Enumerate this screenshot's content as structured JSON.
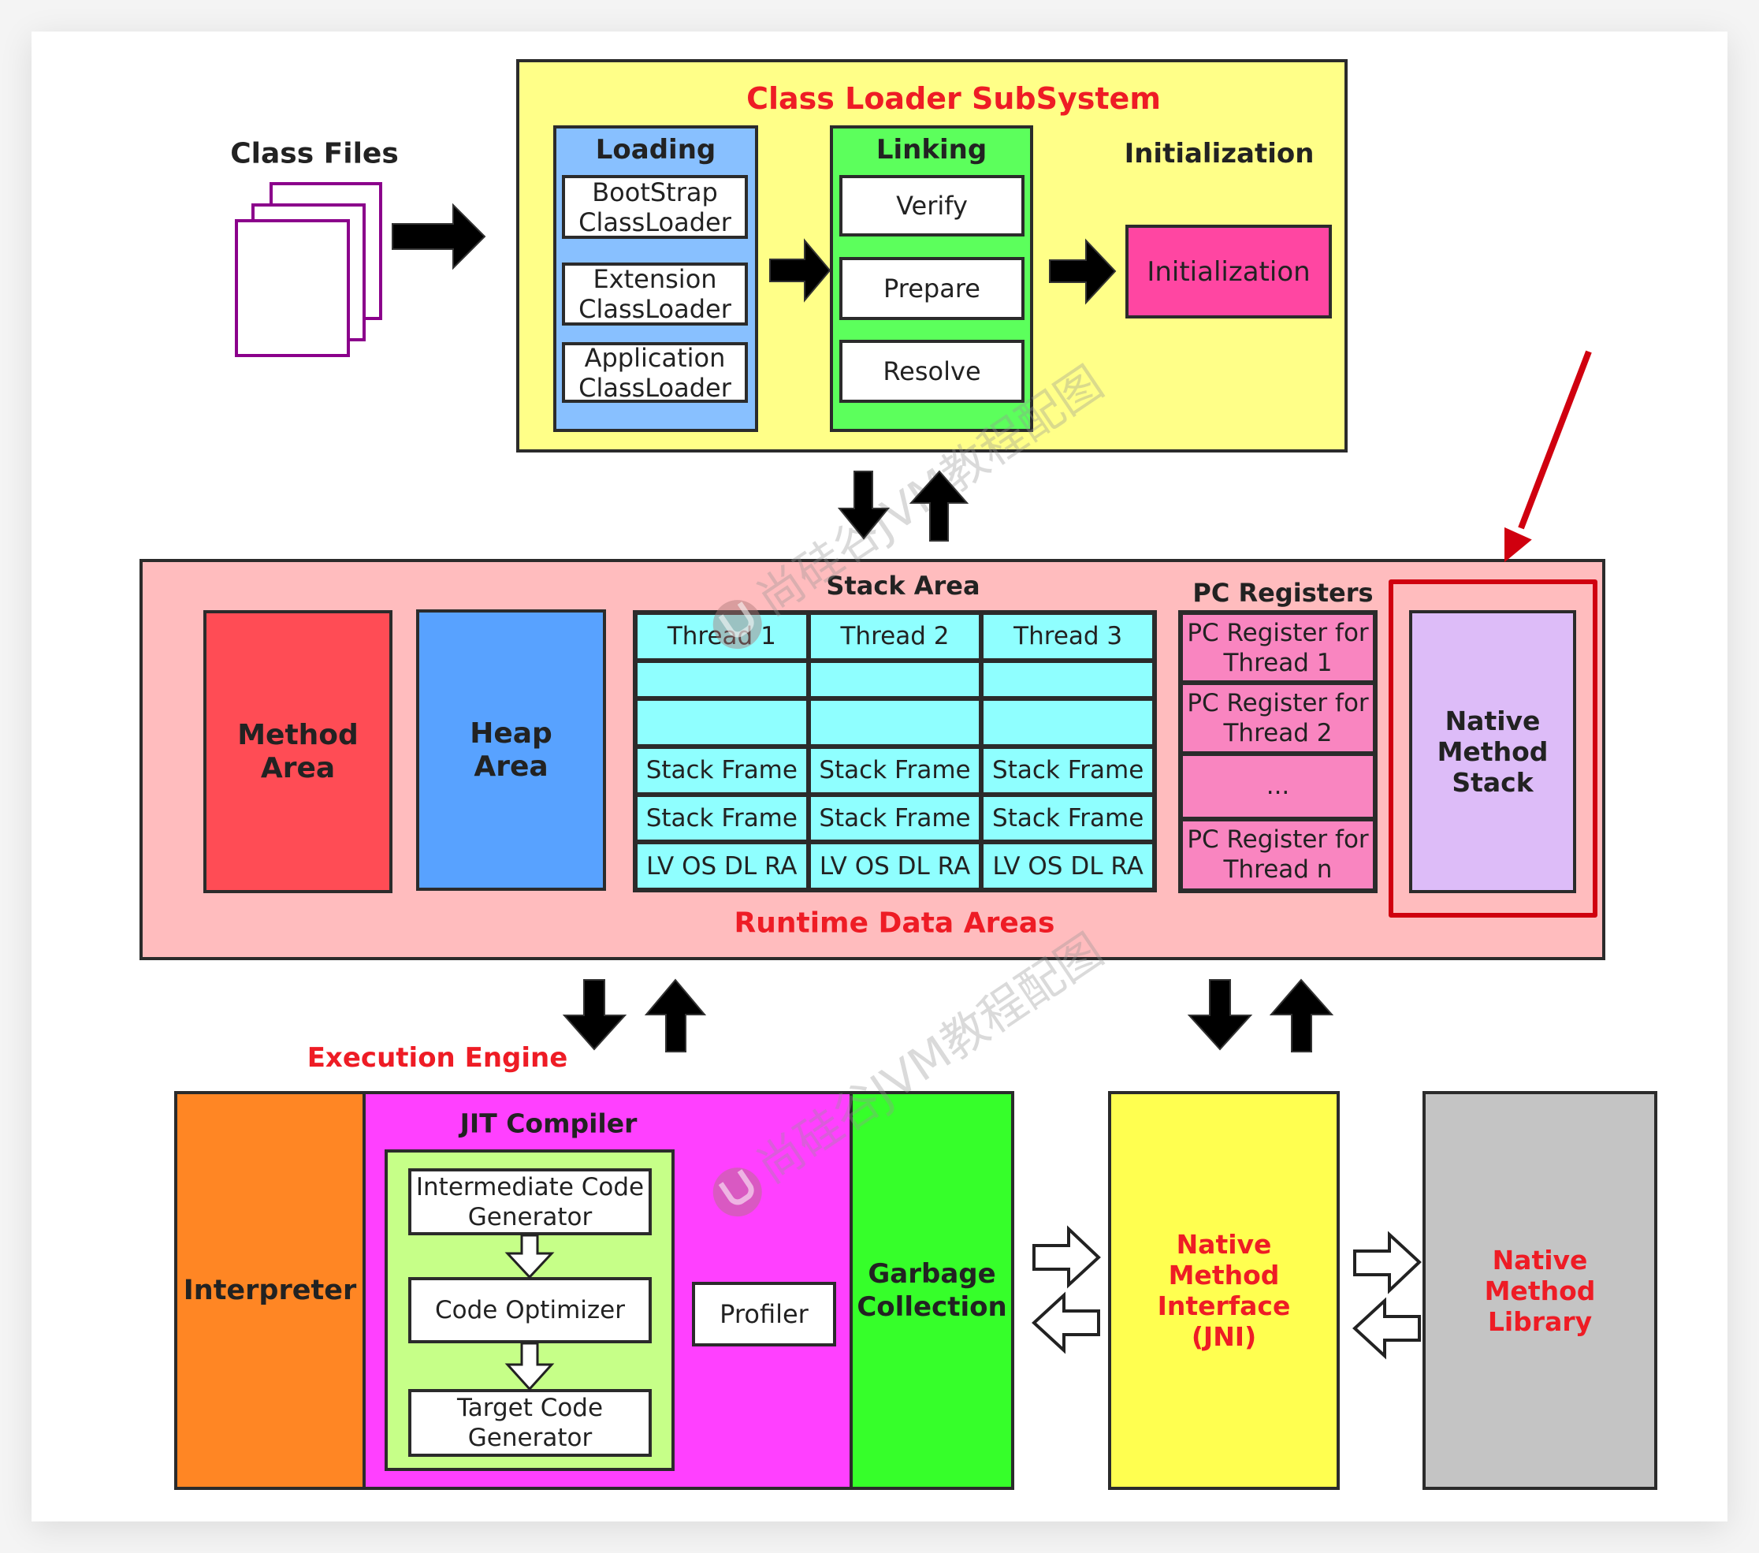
{
  "class_files": {
    "label": "Class Files"
  },
  "class_loader": {
    "title": "Class Loader SubSystem",
    "loading": {
      "label": "Loading",
      "items": [
        "BootStrap ClassLoader",
        "Extension ClassLoader",
        "Application ClassLoader"
      ]
    },
    "linking": {
      "label": "Linking",
      "items": [
        "Verify",
        "Prepare",
        "Resolve"
      ]
    },
    "initialization": {
      "heading": "Initialization",
      "box": "Initialization"
    }
  },
  "runtime": {
    "title": "Runtime Data Areas",
    "method_area": "Method Area",
    "heap_area": "Heap Area",
    "stack_area": {
      "label": "Stack Area",
      "threads": [
        "Thread 1",
        "Thread 2",
        "Thread 3"
      ],
      "rows": [
        [
          "",
          "",
          ""
        ],
        [
          "",
          "",
          ""
        ],
        [
          "Stack Frame",
          "Stack Frame",
          "Stack Frame"
        ],
        [
          "Stack Frame",
          "Stack Frame",
          "Stack Frame"
        ],
        [
          "LV OS DL RA",
          "LV OS DL RA",
          "LV OS DL RA"
        ]
      ]
    },
    "pc_registers": {
      "label": "PC Registers",
      "items": [
        "PC Register for Thread 1",
        "PC Register for Thread 2",
        "...",
        "PC Register for Thread n"
      ]
    },
    "native_method_stack": "Native Method Stack"
  },
  "execution_engine": {
    "title": "Execution Engine",
    "interpreter": "Interpreter",
    "jit": {
      "label": "JIT Compiler",
      "steps": [
        "Intermediate Code Generator",
        "Code Optimizer",
        "Target Code Generator"
      ],
      "profiler": "Profiler"
    },
    "gc": "Garbage Collection"
  },
  "jni": "Native Method Interface (JNI)",
  "native_library": "Native Method Library",
  "watermark": "尚硅谷JVM教程配图",
  "colors": {
    "class_loader_bg": "#ffff88",
    "loading_bg": "#88c0ff",
    "linking_bg": "#5cff5c",
    "init_bg": "#ff46a2",
    "runtime_bg": "#ffbcbe",
    "method_area_bg": "#ff4c55",
    "heap_area_bg": "#58a2ff",
    "stack_bg": "#8fffff",
    "pc_bg": "#f985c0",
    "native_stack_bg": "#ddbcf8",
    "interpreter_bg": "#ff8624",
    "jit_bg": "#ff40ff",
    "jit_inner_bg": "#c6ff88",
    "gc_bg": "#36ff2a",
    "jni_bg": "#ffff50",
    "library_bg": "#c4c4c4",
    "highlight": "#d0000f",
    "title_red": "#ee1c25"
  }
}
